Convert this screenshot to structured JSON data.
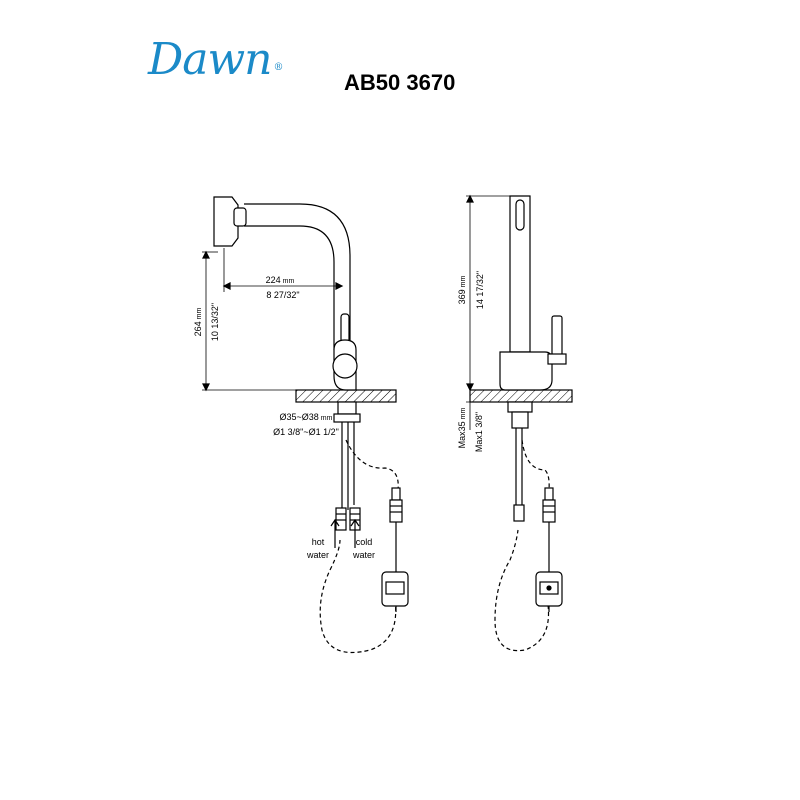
{
  "header": {
    "brand": "Dawn",
    "registered": "®",
    "model": "AB50 3670"
  },
  "side_view": {
    "reach_mm": "224",
    "reach_mm_unit": "mm",
    "reach_in": "8 27/32\"",
    "height_mm": "264",
    "height_mm_unit": "mm",
    "height_in": "10 13/32\"",
    "hole_mm": "Ø35~Ø38",
    "hole_mm_unit": "mm",
    "hole_in": "Ø1 3/8\"~Ø1 1/2\"",
    "hot_label_1": "hot",
    "hot_label_2": "water",
    "cold_label_1": "cold",
    "cold_label_2": "water"
  },
  "front_view": {
    "height_mm": "369",
    "height_mm_unit": "mm",
    "height_in": "14 17/32\"",
    "deck_mm": "Max35",
    "deck_mm_unit": "mm",
    "deck_in": "Max1 3/8\""
  },
  "colors": {
    "brand": "#1b8ac8",
    "line": "#000000"
  }
}
